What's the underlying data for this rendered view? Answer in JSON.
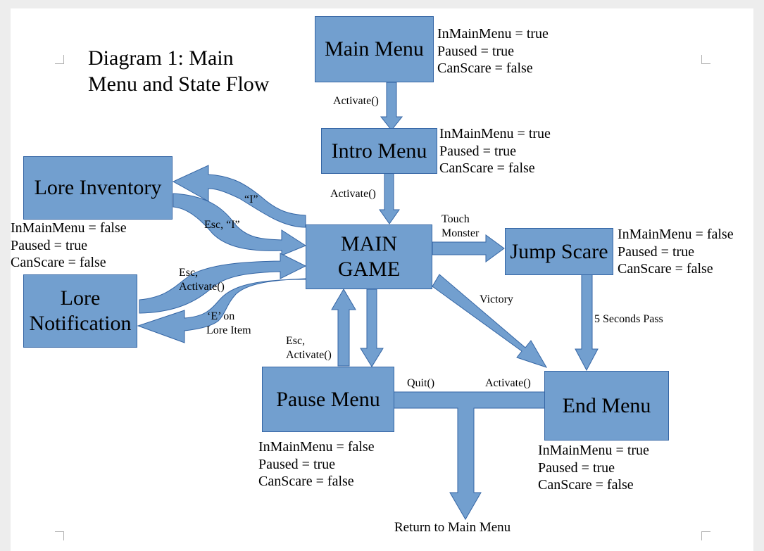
{
  "title": "Diagram 1: Main Menu and State Flow",
  "colors": {
    "box_fill": "#729fcf",
    "box_border": "#3465a4",
    "page": "#ffffff"
  },
  "boxes": {
    "main_menu": "Main Menu",
    "intro_menu": "Intro Menu",
    "lore_inventory": "Lore Inventory",
    "main_game_line1": "MAIN",
    "main_game_line2": "GAME",
    "lore_notification_line1": "Lore",
    "lore_notification_line2": "Notification",
    "jump_scare": "Jump Scare",
    "pause_menu": "Pause Menu",
    "end_menu": "End Menu"
  },
  "states": {
    "main_menu": {
      "in_main_menu": "InMainMenu = true",
      "paused": "Paused = true",
      "can_scare": "CanScare = false"
    },
    "intro_menu": {
      "in_main_menu": "InMainMenu = true",
      "paused": "Paused = true",
      "can_scare": "CanScare = false"
    },
    "lore_inventory": {
      "in_main_menu": "InMainMenu = false",
      "paused": "Paused = true",
      "can_scare": "CanScare = false"
    },
    "jump_scare": {
      "in_main_menu": "InMainMenu = false",
      "paused": "Paused = true",
      "can_scare": "CanScare = false"
    },
    "pause_menu": {
      "in_main_menu": "InMainMenu = false",
      "paused": "Paused = true",
      "can_scare": "CanScare = false"
    },
    "end_menu": {
      "in_main_menu": "InMainMenu = true",
      "paused": "Paused = true",
      "can_scare": "CanScare = false"
    }
  },
  "labels": {
    "activate_1": "Activate()",
    "activate_2": "Activate()",
    "i_key": "“I”",
    "esc_i": "Esc, “I”",
    "touch": "Touch",
    "monster": "Monster",
    "esc_1": "Esc,",
    "activate_3": "Activate()",
    "e_on": "‘E’ on",
    "lore_item": "Lore Item",
    "victory": "Victory",
    "five_seconds": "5 Seconds Pass",
    "esc_2": "Esc,",
    "activate_4": "Activate()",
    "quit": "Quit()",
    "activate_5": "Activate()",
    "return_main": "Return to Main Menu"
  }
}
